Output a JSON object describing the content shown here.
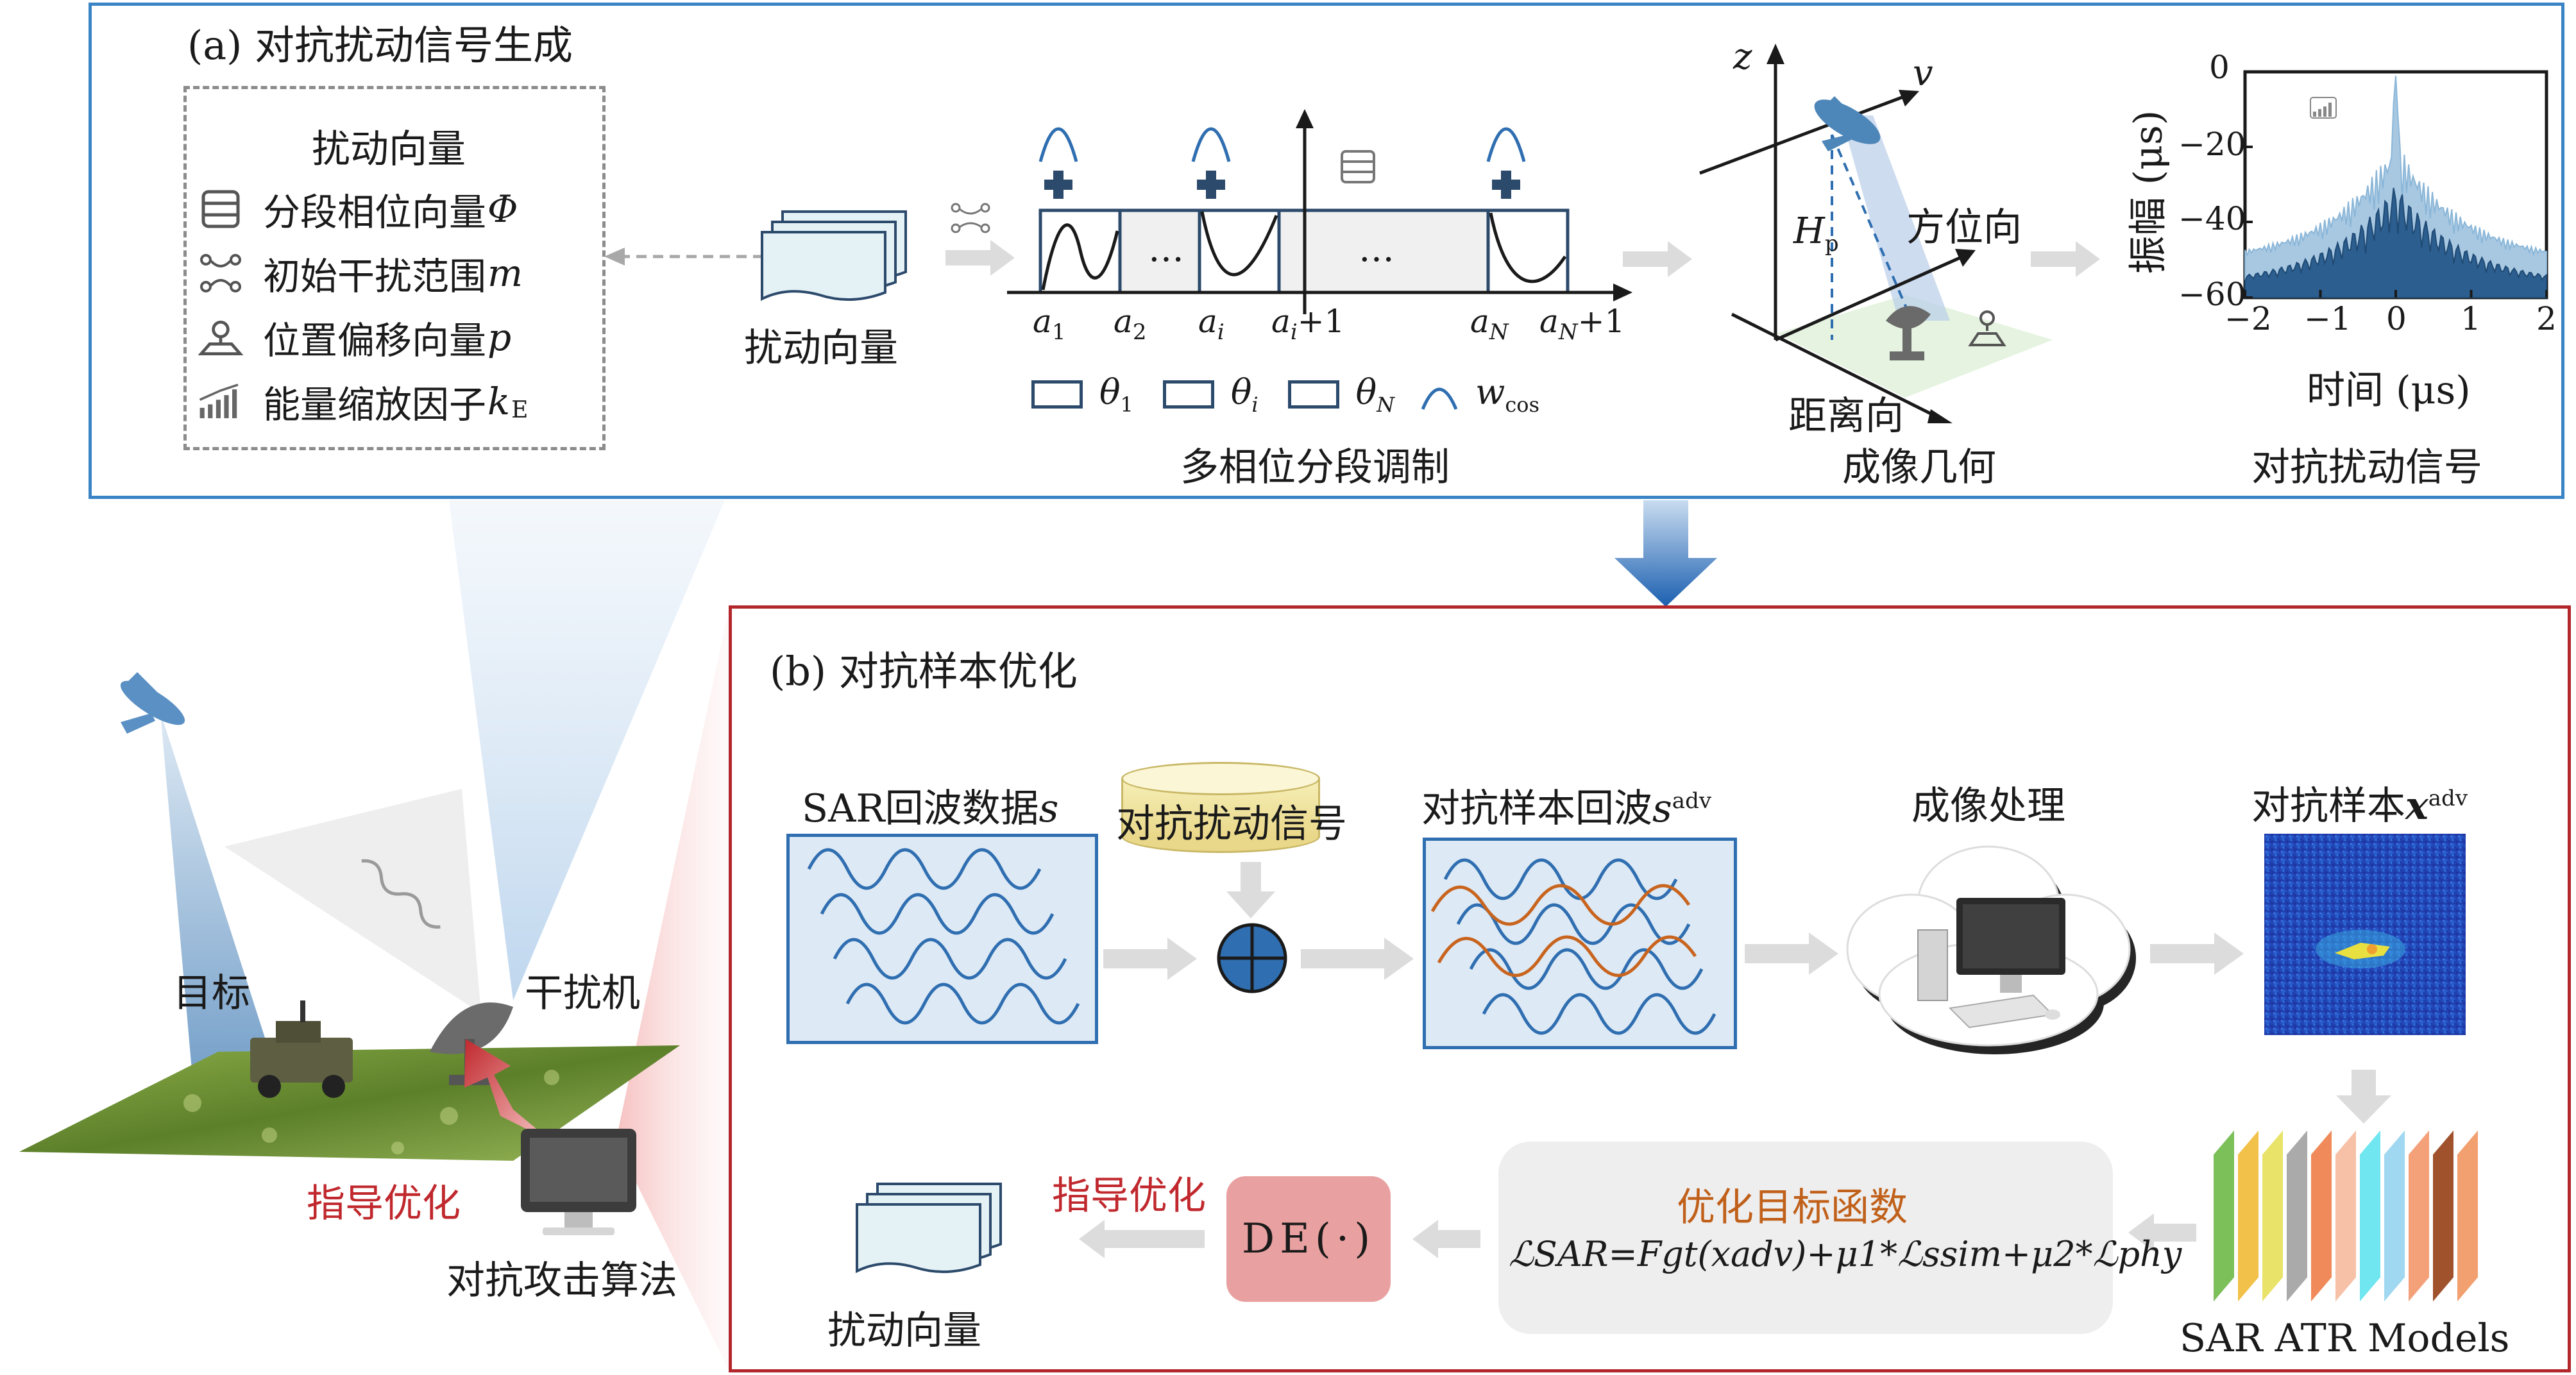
{
  "panel_a": {
    "title": "(a) 对抗扰动信号生成",
    "legend": {
      "title": "扰动向量",
      "items": [
        {
          "icon": "segment-phase-icon",
          "label": "分段相位向量",
          "symbol": "Φ"
        },
        {
          "icon": "interference-range-icon",
          "label": "初始干扰范围",
          "symbol": "m"
        },
        {
          "icon": "position-offset-icon",
          "label": "位置偏移向量",
          "symbol": "p"
        },
        {
          "icon": "energy-scale-icon",
          "label": "能量缩放因子",
          "symbol": "k",
          "subscript": "E"
        }
      ]
    },
    "perturb_vector_label": "扰动向量",
    "modulation": {
      "caption": "多相位分段调制",
      "ticks": [
        "a",
        "a",
        "a",
        "a",
        "a",
        "a"
      ],
      "tick_subs": [
        "1",
        "2",
        "i",
        "i",
        "N",
        "N"
      ],
      "tick_suffix": [
        "",
        "",
        "",
        "+1",
        "",
        "+1"
      ],
      "ellipsis": "…",
      "legend": [
        {
          "symbol": "θ",
          "sub": "1"
        },
        {
          "symbol": "θ",
          "sub": "i"
        },
        {
          "symbol": "θ",
          "sub": "N"
        },
        {
          "symbol": "w",
          "sub": "cos"
        }
      ]
    },
    "geometry": {
      "caption": "成像几何",
      "axis_z": "z",
      "axis_v": "v",
      "height_label": "H",
      "height_sub": "p",
      "azimuth": "方位向",
      "range": "距离向"
    },
    "signal_chart": {
      "caption": "对抗扰动信号",
      "ylabel": "振幅 (μs)",
      "xlabel": "时间 (μs)",
      "xticks": [
        "−2",
        "−1",
        "0",
        "1",
        "2"
      ],
      "yticks": [
        "0",
        "−20",
        "−40",
        "−60"
      ]
    }
  },
  "scene": {
    "target_label": "目标",
    "jammer_label": "干扰机",
    "guide_label": "指导优化",
    "algorithm_label": "对抗攻击算法"
  },
  "panel_b": {
    "title": "(b) 对抗样本优化",
    "sar_echo": "SAR回波数据",
    "sar_echo_sym": "s",
    "perturb_signal": "对抗扰动信号",
    "adv_echo": "对抗样本回波",
    "adv_echo_sym": "s",
    "adv_sup": "adv",
    "imaging": "成像处理",
    "adv_sample": "对抗样本",
    "adv_sample_sym": "x",
    "models": "SAR ATR Models",
    "objective_title": "优化目标函数",
    "objective_formula": "ℒSAR=Fgt(xadv)+μ1*ℒssim+μ2*ℒphy",
    "de_label": "DE(·)",
    "guide_label": "指导优化",
    "perturb_vector_label": "扰动向量"
  },
  "colors": {
    "panel_a_border": "#3a84c6",
    "panel_b_border": "#b3262b",
    "wave_blue": "#2f6eb0",
    "wave_orange": "#c8641e",
    "guide_red": "#c0282d",
    "objective_orange": "#c0601a",
    "de_fill": "#e9a0a0"
  }
}
